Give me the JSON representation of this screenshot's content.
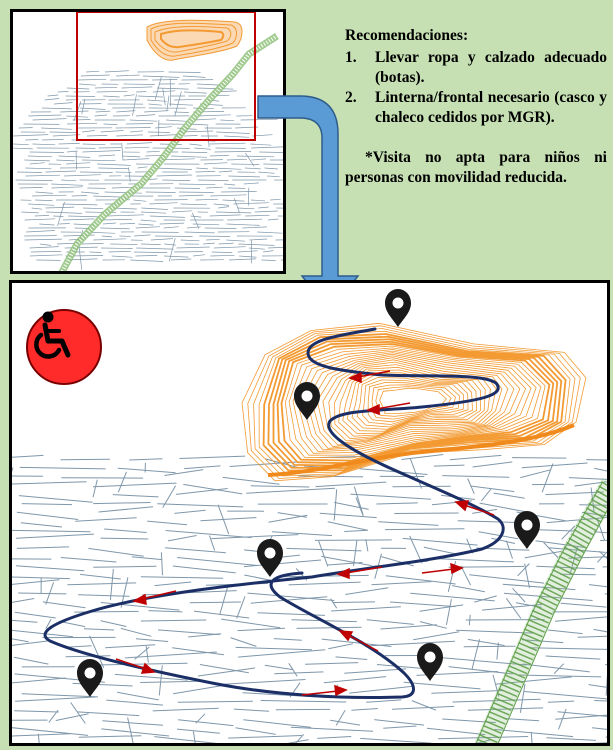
{
  "recommendations": {
    "title": "Recomendaciones:",
    "items": [
      {
        "number": "1.",
        "text": "Llevar ropa y calzado adecuado (botas)."
      },
      {
        "number": "2.",
        "text": "Linterna/frontal necesario (casco y chaleco cedidos por MGR)."
      }
    ],
    "note": "*Visita no apta para niños ni personas con movilidad reducida."
  },
  "icons": {
    "accessibility": "wheelchair-icon",
    "marker": "map-pin-icon",
    "connector": "down-arrow-icon"
  },
  "colors": {
    "background": "#c6e0b4",
    "tunnels": "#7f97aa",
    "topography": "#f39a32",
    "route": "#1b2f66",
    "direction_arrows": "#c00000",
    "highlight_box": "#c00000",
    "connector_arrow": "#5b9bd5",
    "railway": "#8fc17a",
    "badge": "#ff2a2a"
  }
}
